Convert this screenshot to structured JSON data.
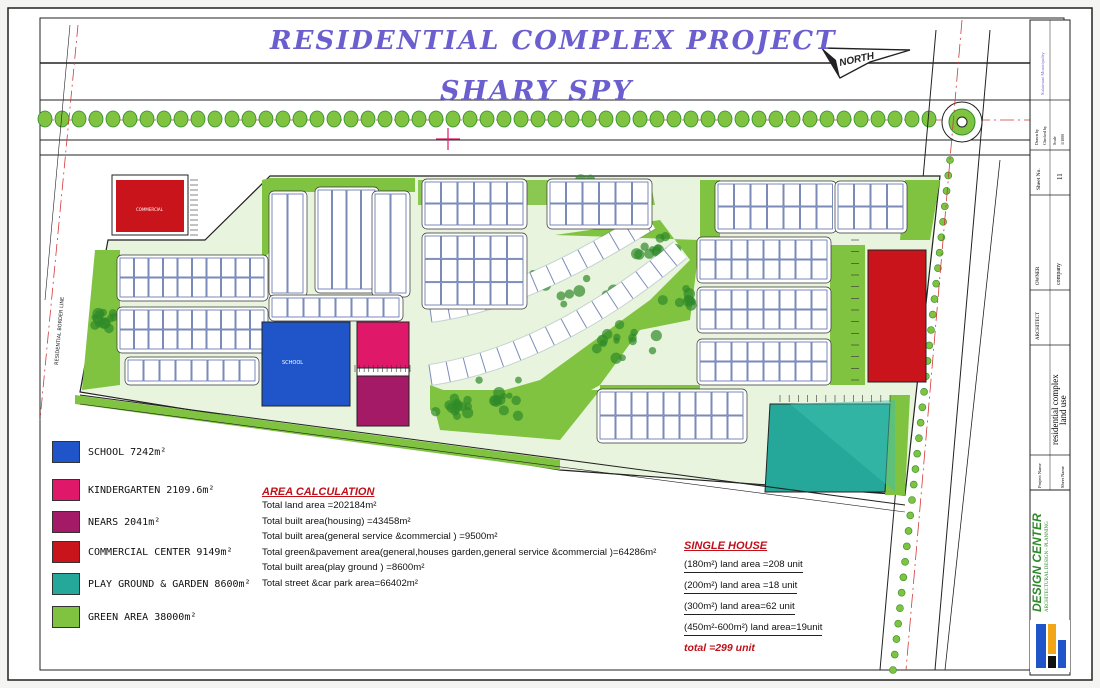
{
  "title": {
    "main": "RESIDENTIAL COMPLEX PROJECT",
    "sub": "SHARY SPY"
  },
  "north_label": "NORTH",
  "facilities": {
    "school_label": "SCHOOL",
    "commercial_label": "COMMERCIAL"
  },
  "road_label": "RESIDENTIAL BORDER LINE",
  "legend": [
    {
      "label": "SCHOOL 7242m²",
      "color": "#1f55c8"
    },
    {
      "label": "KINDERGARTEN 2109.6m²",
      "color": "#e0186a"
    },
    {
      "label": "NEARS 2041m²",
      "color": "#a51a66"
    },
    {
      "label": "COMMERCIAL CENTER 9149m²",
      "color": "#c8141a"
    },
    {
      "label": "PLAY GROUND & GARDEN   8600m²",
      "color": "#25a89a"
    },
    {
      "label": "GREEN AREA 38000m²",
      "color": "#7fc341"
    }
  ],
  "area_calculation": {
    "heading": "AREA CALCULATION",
    "lines": [
      "Total land area =202184m²",
      "Total built area(housing) =43458m²",
      "Total built area(general service &commercial ) =9500m²",
      "Total green&pavement area(general,houses garden,general service &commercial )=64286m²",
      "Total built area(play ground ) =8600m²",
      "Total street &car park area=66402m²"
    ]
  },
  "single_house": {
    "heading": "SINGLE HOUSE",
    "lines": [
      "(180m²) land area =208 unit",
      "(200m²) land area =18 unit",
      "(300m²) land area=62 unit",
      "(450m²-600m²) land area=19unit"
    ],
    "total": "total =299 unit"
  },
  "title_block": {
    "company": "DESIGN CENTER",
    "company_sub": "ARCHITECTURAL DESIGN - PLANNING",
    "project_name_label": "Project Name",
    "project_name": "residential complex",
    "sheet_name_label": "Sheet Name",
    "sheet_name": "land use",
    "owner_label": "OWNER",
    "owner": "company",
    "architect_label": "ARCHITECT",
    "drawn_by_label": "Drawn by",
    "checked_by_label": "Checked by",
    "scale_label": "Scale",
    "scale": "1/1000",
    "sheet_no_label": "Sheet No.",
    "sheet_no": "11",
    "municipality": "Sulaimani Municipality"
  },
  "colors": {
    "green": "#7fc341",
    "dark_green": "#2f8a2a",
    "road_red": "#d23a3a",
    "plot_blue": "#5b6fa8"
  }
}
